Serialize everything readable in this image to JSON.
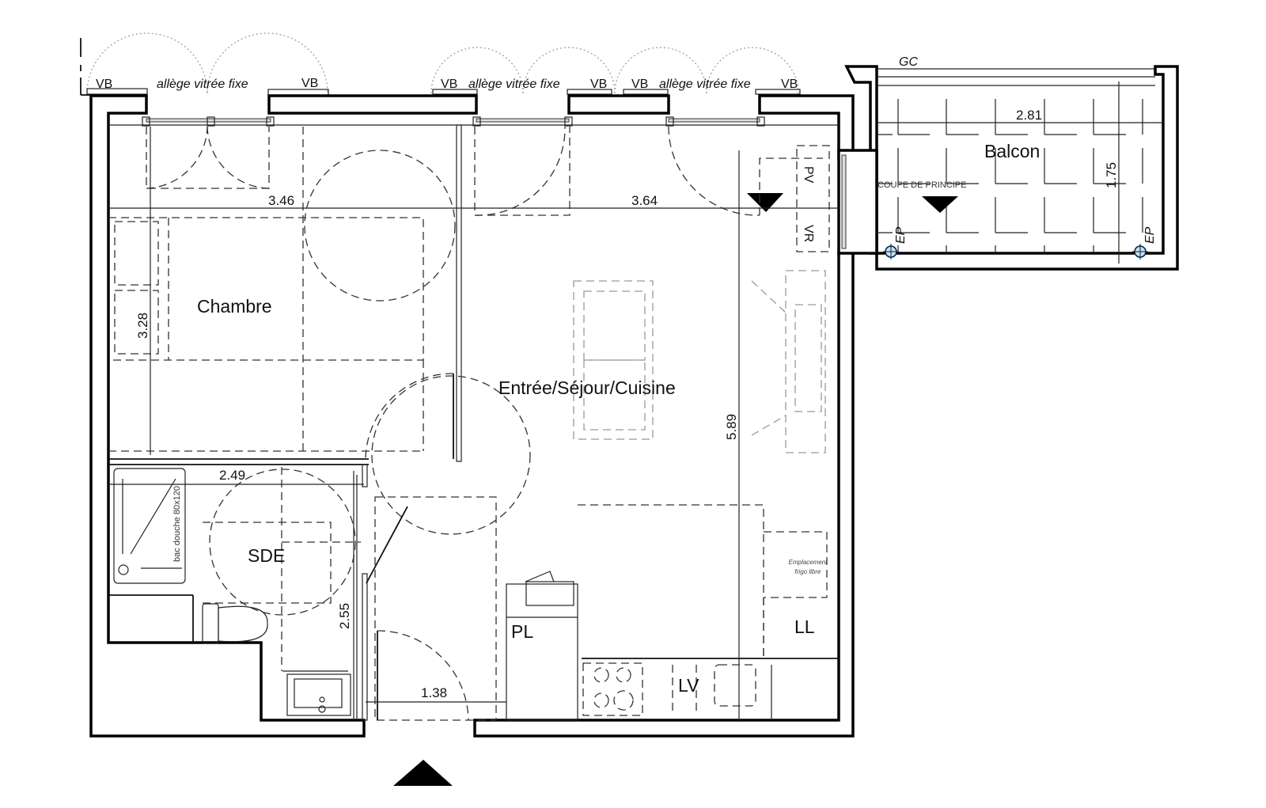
{
  "plan": {
    "rooms": {
      "chambre": "Chambre",
      "sejour": "Entrée/Séjour/Cuisine",
      "sde": "SDE",
      "balcon": "Balcon"
    },
    "dimensions": {
      "chambre_width": "3.46",
      "chambre_depth": "3.28",
      "sejour_width": "3.64",
      "sejour_depth": "5.89",
      "sde_width": "2.49",
      "sde_depth": "2.55",
      "entree_width": "1.38",
      "balcon_width": "2.81",
      "balcon_depth": "1.75"
    },
    "facade_labels": {
      "vb_1": "VB",
      "allege_1": "allège vitrée fixe",
      "vb_2": "VB",
      "vb_3": "VB",
      "allege_2": "allège vitrée fixe",
      "vb_4": "VB",
      "vb_5": "VB",
      "allege_3": "allège vitrée fixe",
      "vb_6": "VB"
    },
    "fixtures": {
      "pv": "PV",
      "vr": "VR",
      "pl": "PL",
      "ll": "LL",
      "lv": "LV",
      "frigo_line1": "Emplacement",
      "frigo_line2": "frigo libre",
      "shower": "bac douche 80x120",
      "ep_left": "EP",
      "ep_right": "EP",
      "gc": "GC",
      "coupe": "COUPE DE PRINCIPE"
    },
    "icons": {
      "entrance": "entrance-arrow-icon",
      "section_marker": "section-marker-icon",
      "drain": "drain-icon"
    }
  }
}
